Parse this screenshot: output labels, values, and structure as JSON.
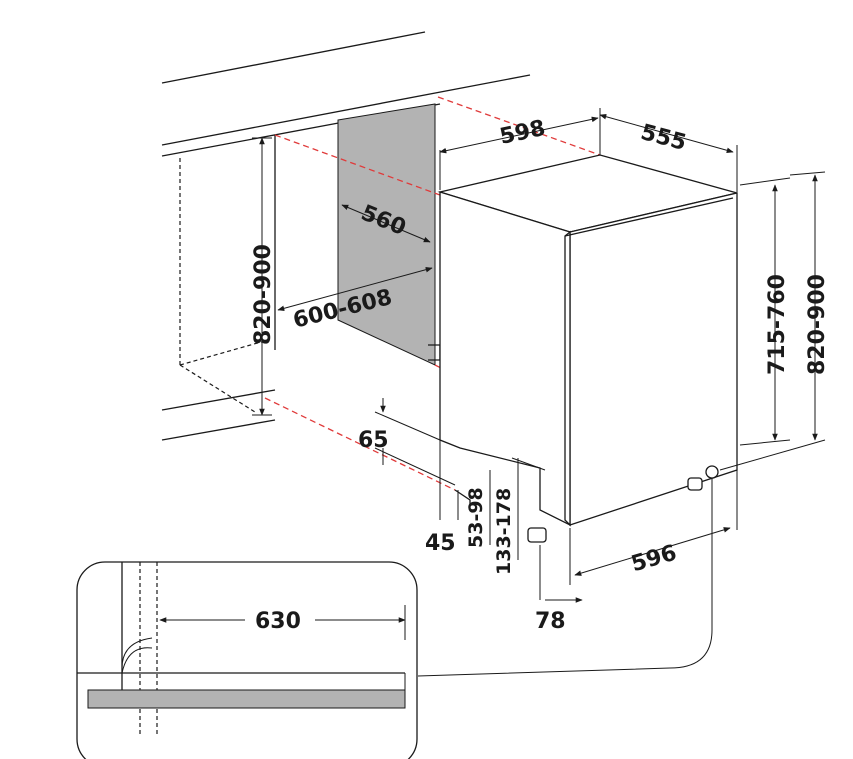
{
  "dimensions": {
    "width_598": "598",
    "depth_555": "555",
    "niche_depth_560": "560",
    "niche_width_600_608": "600-608",
    "niche_height_820_900": "820-900",
    "height_715_760": "715-760",
    "height_820_900": "820-900",
    "plinth_65": "65",
    "offset_45": "45",
    "offset_53_98": "53-98",
    "offset_133_178": "133-178",
    "width_596": "596",
    "offset_78": "78",
    "door_clearance_630": "630"
  },
  "colors": {
    "line": "#1a1a1a",
    "guide_dashed": "#e03a3a",
    "niche_back_panel": "#b3b3b3"
  }
}
